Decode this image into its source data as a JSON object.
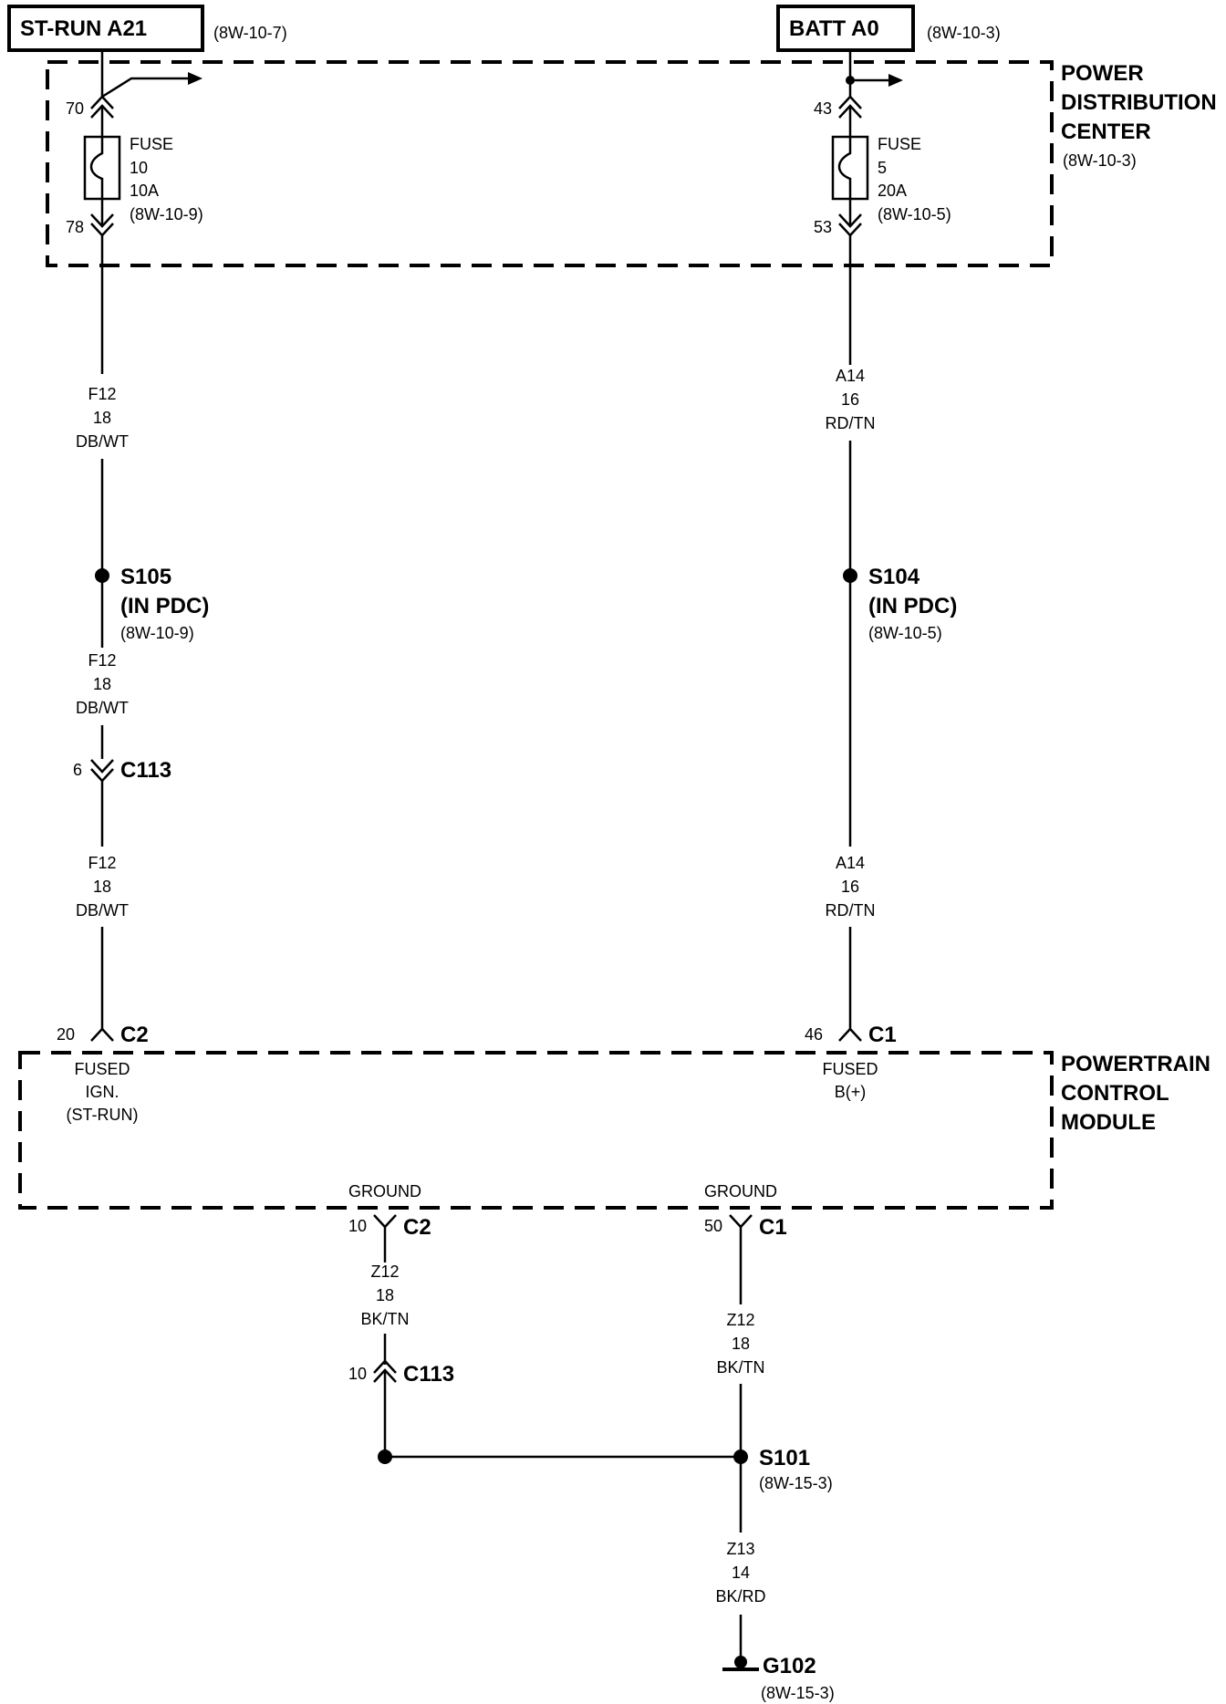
{
  "sources": {
    "st_run": {
      "label": "ST-RUN A21",
      "ref": "(8W-10-7)"
    },
    "batt": {
      "label": "BATT A0",
      "ref": "(8W-10-3)"
    }
  },
  "pdc": {
    "line1": "POWER",
    "line2": "DISTRIBUTION",
    "line3": "CENTER",
    "ref": "(8W-10-3)"
  },
  "fuse10": {
    "pin_in": "70",
    "pin_out": "78",
    "line1": "FUSE",
    "line2": "10",
    "line3": "10A",
    "ref": "(8W-10-9)"
  },
  "fuse5": {
    "pin_in": "43",
    "pin_out": "53",
    "line1": "FUSE",
    "line2": "5",
    "line3": "20A",
    "ref": "(8W-10-5)"
  },
  "wires": {
    "left_top": {
      "circuit": "F12",
      "gauge": "18",
      "color": "DB/WT"
    },
    "left_mid": {
      "circuit": "F12",
      "gauge": "18",
      "color": "DB/WT"
    },
    "left_bot": {
      "circuit": "F12",
      "gauge": "18",
      "color": "DB/WT"
    },
    "right_top": {
      "circuit": "A14",
      "gauge": "16",
      "color": "RD/TN"
    },
    "right_bot": {
      "circuit": "A14",
      "gauge": "16",
      "color": "RD/TN"
    },
    "gnd_left": {
      "circuit": "Z12",
      "gauge": "18",
      "color": "BK/TN"
    },
    "gnd_right": {
      "circuit": "Z12",
      "gauge": "18",
      "color": "BK/TN"
    },
    "gnd_main": {
      "circuit": "Z13",
      "gauge": "14",
      "color": "BK/RD"
    }
  },
  "splices": {
    "s105": {
      "name": "S105",
      "note": "(IN PDC)",
      "ref": "(8W-10-9)"
    },
    "s104": {
      "name": "S104",
      "note": "(IN PDC)",
      "ref": "(8W-10-5)"
    },
    "s101": {
      "name": "S101",
      "ref": "(8W-15-3)"
    }
  },
  "connectors": {
    "c113_top": {
      "pin": "6",
      "name": "C113"
    },
    "c113_bot": {
      "pin": "10",
      "name": "C113"
    },
    "pcm_c2_in": {
      "pin": "20",
      "name": "C2"
    },
    "pcm_c1_in": {
      "pin": "46",
      "name": "C1"
    },
    "pcm_c2_gnd": {
      "pin": "10",
      "name": "C2"
    },
    "pcm_c1_gnd": {
      "pin": "50",
      "name": "C1"
    }
  },
  "pcm": {
    "line1": "POWERTRAIN",
    "line2": "CONTROL",
    "line3": "MODULE",
    "fused_ign_1": "FUSED",
    "fused_ign_2": "IGN.",
    "fused_ign_3": "(ST-RUN)",
    "fused_b_1": "FUSED",
    "fused_b_2": "B(+)",
    "ground_left": "GROUND",
    "ground_right": "GROUND"
  },
  "ground": {
    "name": "G102",
    "ref": "(8W-15-3)"
  }
}
